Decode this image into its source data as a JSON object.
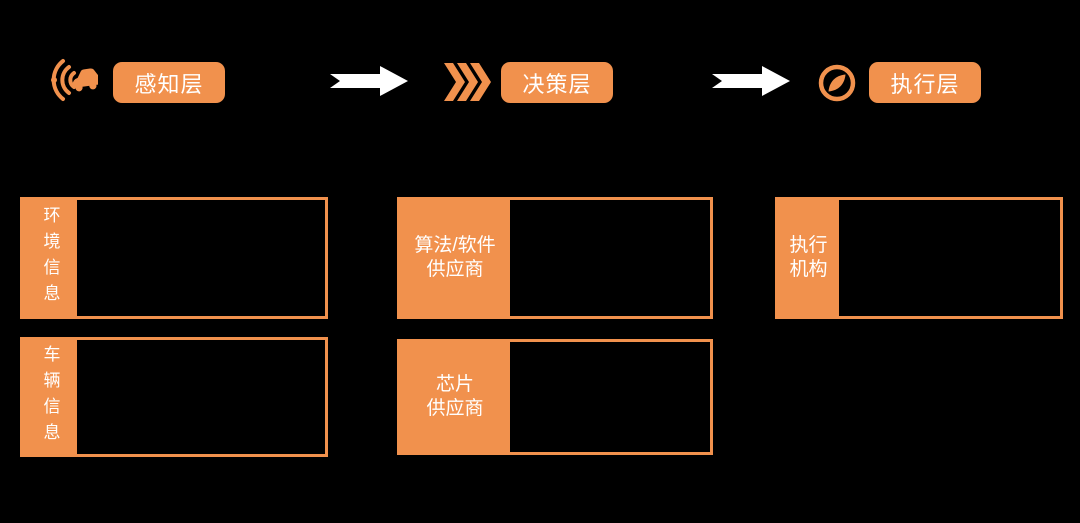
{
  "colors": {
    "background": "#000000",
    "accent": "#F1914D",
    "arrow": "#FFFFFF",
    "label_text": "#FFFFFF"
  },
  "pipeline": {
    "stages": [
      {
        "icon": "car-sensor-icon",
        "label": "感知层"
      },
      {
        "icon": "triple-chevron-icon",
        "label": "决策层"
      },
      {
        "icon": "compass-icon",
        "label": "执行层"
      }
    ],
    "connector_icon": "block-arrow-right-icon"
  },
  "boxes": [
    {
      "label": "环境信息"
    },
    {
      "label": "车辆信息"
    },
    {
      "label": "算法/软件\n供应商"
    },
    {
      "label": "芯片\n供应商"
    },
    {
      "label": "执行\n机构"
    }
  ]
}
